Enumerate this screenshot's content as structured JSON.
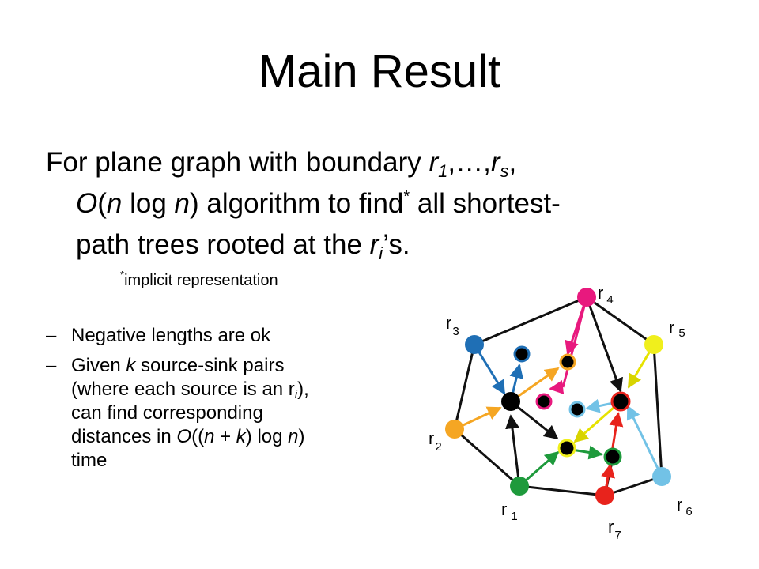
{
  "title": "Main Result",
  "statement": {
    "l1_pre": "For plane graph with boundary ",
    "r": "r",
    "sub_1": "1",
    "mid": ",…,",
    "sub_s": "s",
    "l1_post": ",",
    "O": "O",
    "paren_open": "(",
    "n": "n",
    "log": " log ",
    "paren_close": ")",
    "l2_mid": " algorithm to find",
    "star": "*",
    "l2_post": " all shortest-",
    "l3_pre": "path trees rooted at the ",
    "sub_i": "i",
    "l3_post": "’s."
  },
  "footnote": {
    "star": "*",
    "text": "implicit representation"
  },
  "bullets": {
    "dash": "–",
    "b1": "Negative lengths are ok",
    "b2_l1_pre": "Given ",
    "b2_k": "k",
    "b2_l1_post": " source-sink pairs",
    "b2_l2_pre": "(where each source is an r",
    "b2_sub_i": "i",
    "b2_l2_post": "),",
    "b2_l3": "can find corresponding",
    "b2_l4_pre": "distances in ",
    "b2_O": "O",
    "b2_l4_a": "((",
    "b2_n1": "n",
    "b2_plus": " + ",
    "b2_k2": "k",
    "b2_l4_b": ") log ",
    "b2_n2": "n",
    "b2_l4_c": ")",
    "b2_l5": "time"
  },
  "graph": {
    "labels": {
      "r4": {
        "r": "r",
        "sub": "4"
      },
      "r3": {
        "r": "r",
        "sub": "3"
      },
      "r5": {
        "r": "r",
        "sub": "5"
      },
      "r2": {
        "r": "r",
        "sub": "2"
      },
      "r1": {
        "r": "r",
        "sub": "1"
      },
      "r6": {
        "r": "r",
        "sub": "6"
      },
      "r7": {
        "r": "r",
        "sub": "7"
      }
    },
    "colors": {
      "r4": "#e8197e",
      "r3": "#1f6fb5",
      "r5": "#f0ef1c",
      "r2": "#f5a623",
      "r1": "#1e9a3c",
      "r6": "#72c2e6",
      "r7": "#e8231c",
      "edge": "#111111",
      "inner_node": "#000000"
    }
  }
}
